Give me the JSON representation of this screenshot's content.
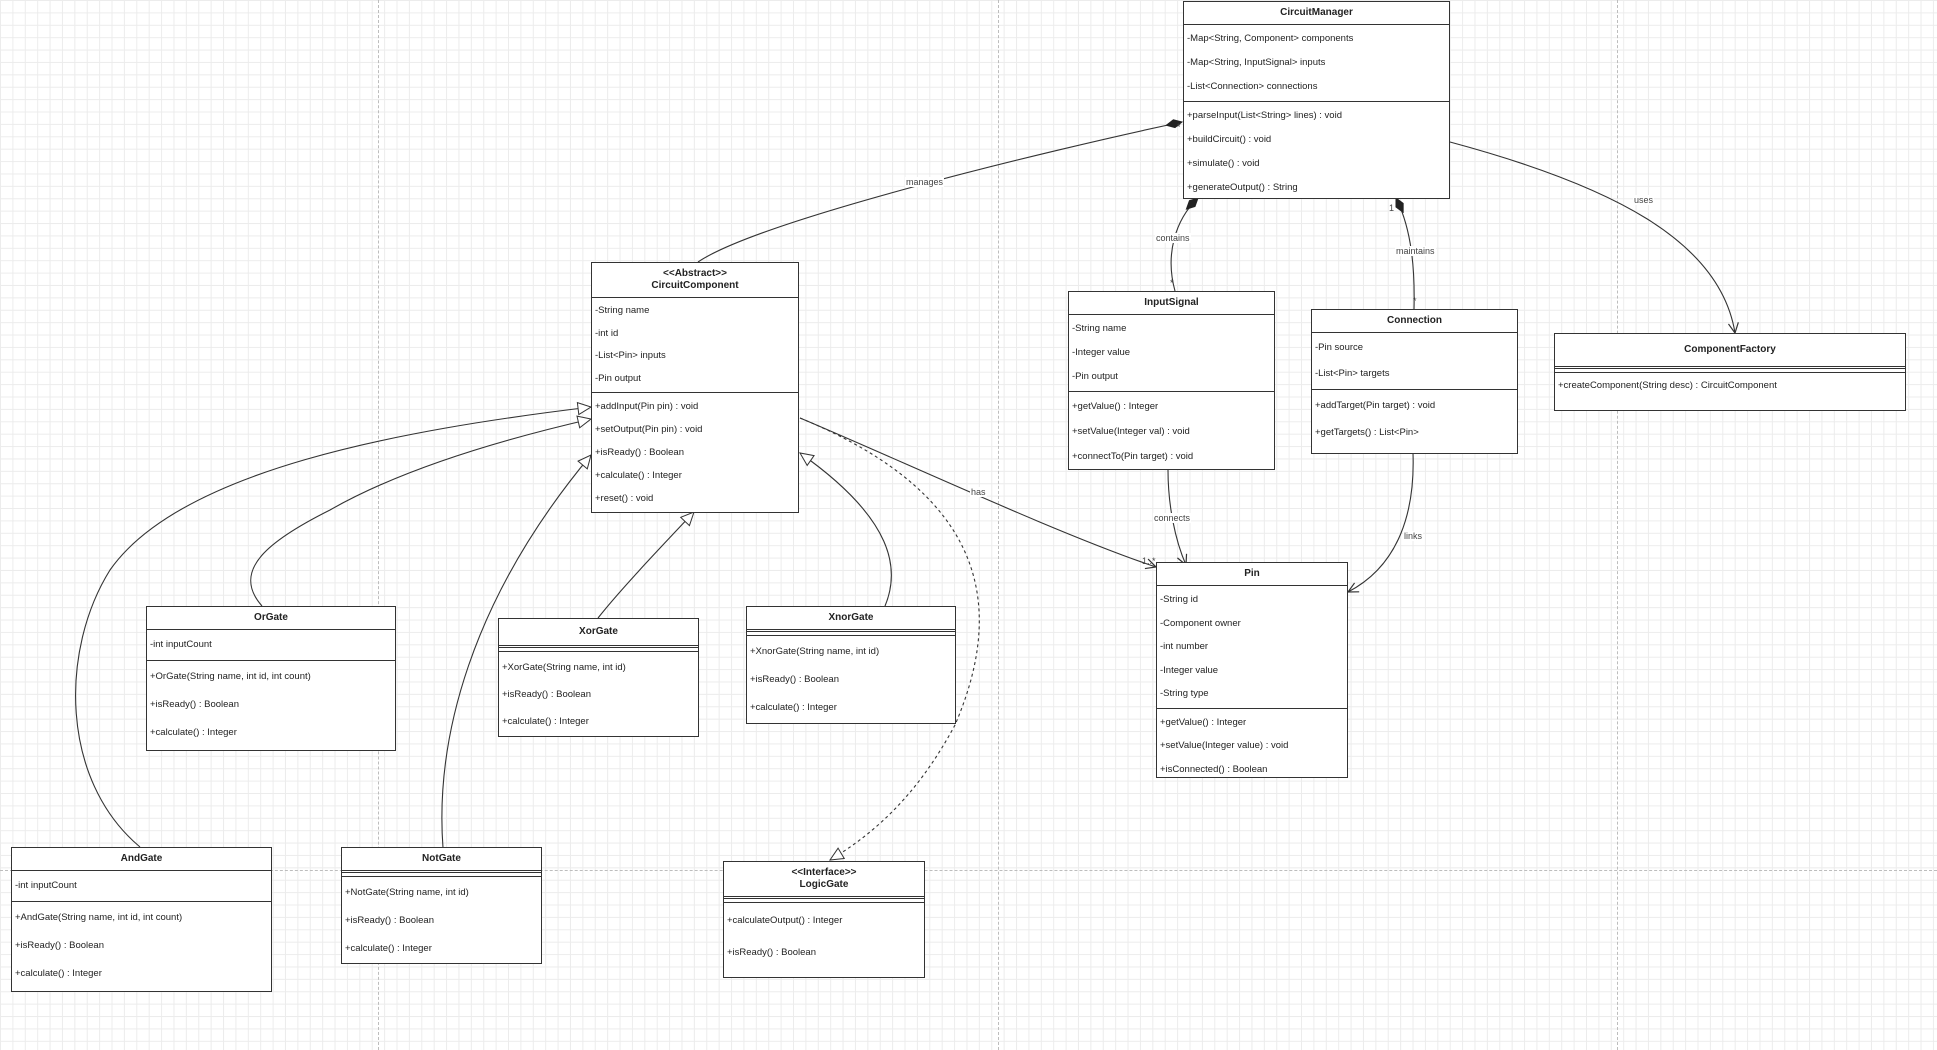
{
  "classes": {
    "circuit_manager": {
      "name": "CircuitManager",
      "attributes": [
        "-Map<String, Component> components",
        "-Map<String, InputSignal> inputs",
        "-List<Connection> connections"
      ],
      "methods": [
        "+parseInput(List<String> lines) : void",
        "+buildCircuit() : void",
        "+simulate() : void",
        "+generateOutput() : String"
      ]
    },
    "circuit_component": {
      "stereotype": "<<Abstract>>",
      "name": "CircuitComponent",
      "attributes": [
        "-String name",
        "-int id",
        "-List<Pin> inputs",
        "-Pin output"
      ],
      "methods": [
        "+addInput(Pin pin) : void",
        "+setOutput(Pin pin) : void",
        "+isReady() : Boolean",
        "+calculate() : Integer",
        "+reset() : void"
      ]
    },
    "input_signal": {
      "name": "InputSignal",
      "attributes": [
        "-String name",
        "-Integer value",
        "-Pin output"
      ],
      "methods": [
        "+getValue() : Integer",
        "+setValue(Integer val) : void",
        "+connectTo(Pin target) : void"
      ]
    },
    "connection": {
      "name": "Connection",
      "attributes": [
        "-Pin source",
        "-List<Pin> targets"
      ],
      "methods": [
        "+addTarget(Pin target) : void",
        "+getTargets() : List<Pin>"
      ]
    },
    "component_factory": {
      "name": "ComponentFactory",
      "attributes": [],
      "methods": [
        "+createComponent(String desc) : CircuitComponent"
      ]
    },
    "or_gate": {
      "name": "OrGate",
      "attributes": [
        "-int inputCount"
      ],
      "methods": [
        "+OrGate(String name, int id, int count)",
        "+isReady() : Boolean",
        "+calculate() : Integer"
      ]
    },
    "xor_gate": {
      "name": "XorGate",
      "attributes": [],
      "methods": [
        "+XorGate(String name, int id)",
        "+isReady() : Boolean",
        "+calculate() : Integer"
      ]
    },
    "xnor_gate": {
      "name": "XnorGate",
      "attributes": [],
      "methods": [
        "+XnorGate(String name, int id)",
        "+isReady() : Boolean",
        "+calculate() : Integer"
      ]
    },
    "pin": {
      "name": "Pin",
      "attributes": [
        "-String id",
        "-Component owner",
        "-int number",
        "-Integer value",
        "-String type"
      ],
      "methods": [
        "+getValue() : Integer",
        "+setValue(Integer value) : void",
        "+isConnected() : Boolean"
      ]
    },
    "and_gate": {
      "name": "AndGate",
      "attributes": [
        "-int inputCount"
      ],
      "methods": [
        "+AndGate(String name, int id, int count)",
        "+isReady() : Boolean",
        "+calculate() : Integer"
      ]
    },
    "not_gate": {
      "name": "NotGate",
      "attributes": [],
      "methods": [
        "+NotGate(String name, int id)",
        "+isReady() : Boolean",
        "+calculate() : Integer"
      ]
    },
    "logic_gate": {
      "stereotype": "<<Interface>>",
      "name": "LogicGate",
      "attributes": [],
      "methods": [
        "+calculateOutput() : Integer",
        "+isReady() : Boolean"
      ]
    }
  },
  "edge_labels": {
    "manages": "manages",
    "contains": "contains",
    "maintains": "maintains",
    "uses": "uses",
    "has": "has",
    "connects": "connects",
    "links": "links"
  },
  "multiplicities": {
    "manages_target": "*",
    "contains_target": "*",
    "maintains_source": "1",
    "maintains_target": "*",
    "has_target": "1..*"
  }
}
